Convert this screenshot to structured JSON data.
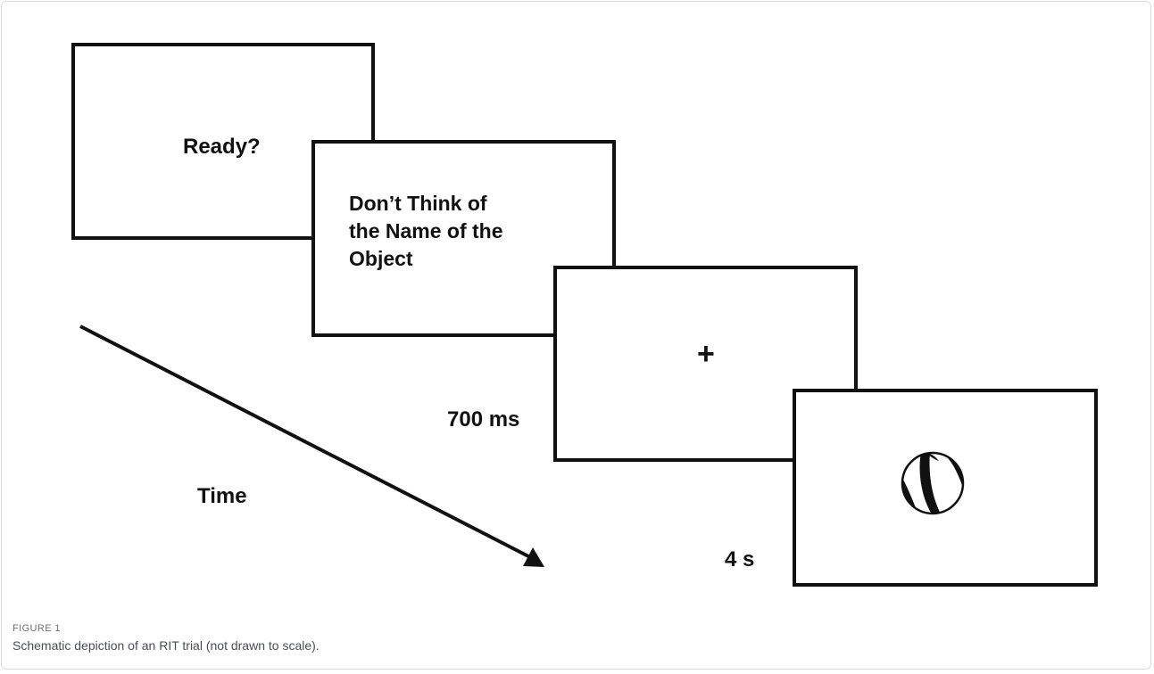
{
  "figure": {
    "screens": {
      "ready": "Ready?",
      "instruction": "Don’t Think of\nthe Name of the\nObject",
      "fixation": "+",
      "object_icon": "beach-ball-icon"
    },
    "timing_labels": {
      "time_axis": "Time",
      "fixation_duration": "700 ms",
      "object_duration": "4 s"
    },
    "caption_label": "FIGURE 1",
    "caption_text": "Schematic depiction of an RIT trial (not drawn to scale)."
  },
  "colors": {
    "ink": "#111111",
    "caption_label": "#6b6f73",
    "caption_text": "#4a4e52",
    "frame_border": "#d9dcdf"
  }
}
